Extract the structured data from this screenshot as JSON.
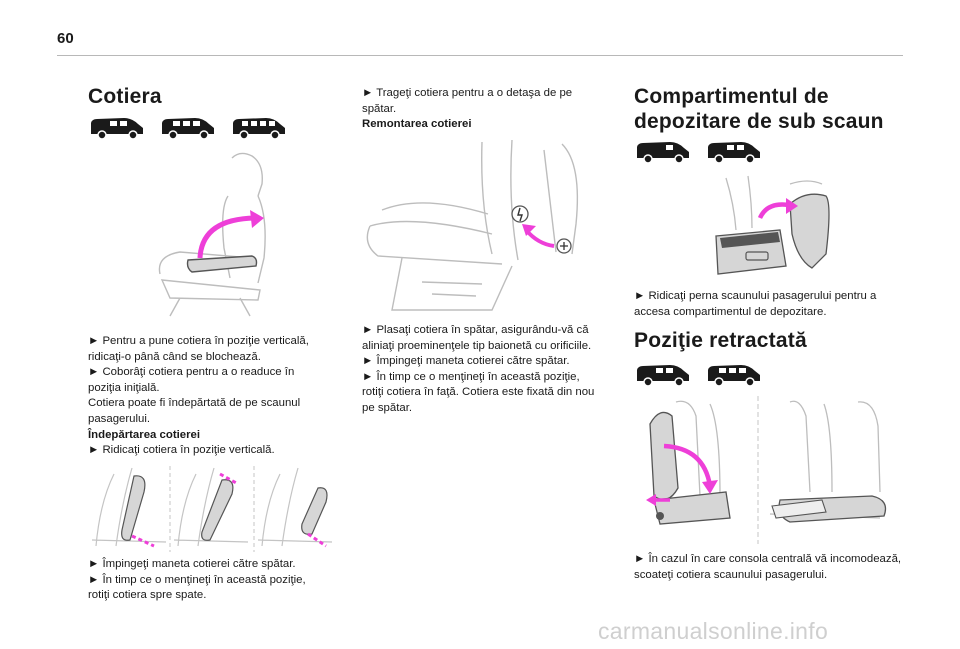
{
  "page_number": "60",
  "watermark": "carmanualsonline.info",
  "col1": {
    "title": "Cotiera",
    "vans": [
      "van-icon",
      "van-icon",
      "van-icon"
    ],
    "paragraphs": [
      "► Pentru a pune cotiera în poziţie verticală, ridicaţi-o până când se blochează.",
      "► Coborâţi cotiera pentru a o readuce în poziţia iniţială.",
      "Cotiera poate fi îndepărtată de pe scaunul pasagerului.",
      "Îndepărtarea cotierei",
      "► Ridicaţi cotiera în poziţie verticală."
    ],
    "paragraphs2": [
      "► Împingeţi maneta cotierei către spătar.",
      "► În timp ce o menţineţi în această poziţie, rotiţi cotiera spre spate."
    ]
  },
  "col2": {
    "paragraphs": [
      "► Trageţi cotiera pentru a o detaşa de pe spătar.",
      "Remontarea cotierei"
    ],
    "paragraphs2": [
      "► Plasaţi cotiera în spătar, asigurându-vă că aliniaţi proeminenţele tip baionetă cu orificiile.",
      "► Împingeţi maneta cotierei către spătar.",
      "► În timp ce o menţineţi în această poziţie, rotiţi cotiera în faţă. Cotiera este fixată din nou pe spătar."
    ]
  },
  "col3": {
    "title": "Compartimentul de depozitare de sub scaun",
    "vans": [
      "van-icon",
      "van-icon"
    ],
    "paragraphs": [
      "► Ridicaţi perna scaunului pasagerului pentru a accesa compartimentul de depozitare."
    ],
    "title2": "Poziţie retractată",
    "vans2": [
      "van-icon",
      "van-icon"
    ],
    "paragraphs2": [
      "► În cazul în care consola centrală vă incomodează, scoateţi cotiera scaunului pasagerului."
    ]
  },
  "colors": {
    "accent": "#ee3fd8",
    "line": "#bdbdbd",
    "text": "#1a1a1a"
  }
}
